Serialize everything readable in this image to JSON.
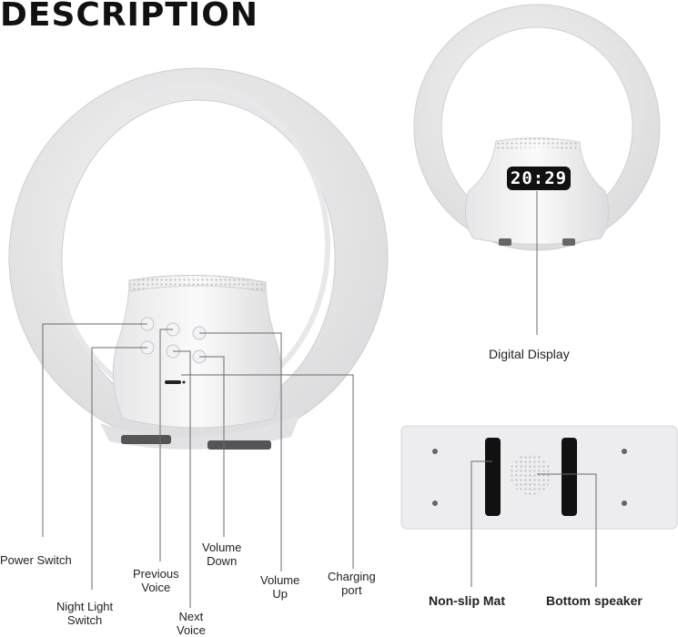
{
  "title": "DESCRIPTION",
  "display": {
    "time": "20:29",
    "label": "Digital Display"
  },
  "labels": {
    "power_switch": "Power Switch",
    "night_light_1": "Night Light",
    "night_light_2": "Switch",
    "previous_1": "Previous",
    "previous_2": "Voice",
    "next_1": "Next",
    "next_2": "Voice",
    "volume_down_1": "Volume",
    "volume_down_2": "Down",
    "volume_up_1": "Volume",
    "volume_up_2": "Up",
    "charging_1": "Charging",
    "charging_2": "port",
    "non_slip_mat": "Non-slip Mat",
    "bottom_speaker": "Bottom speaker"
  }
}
